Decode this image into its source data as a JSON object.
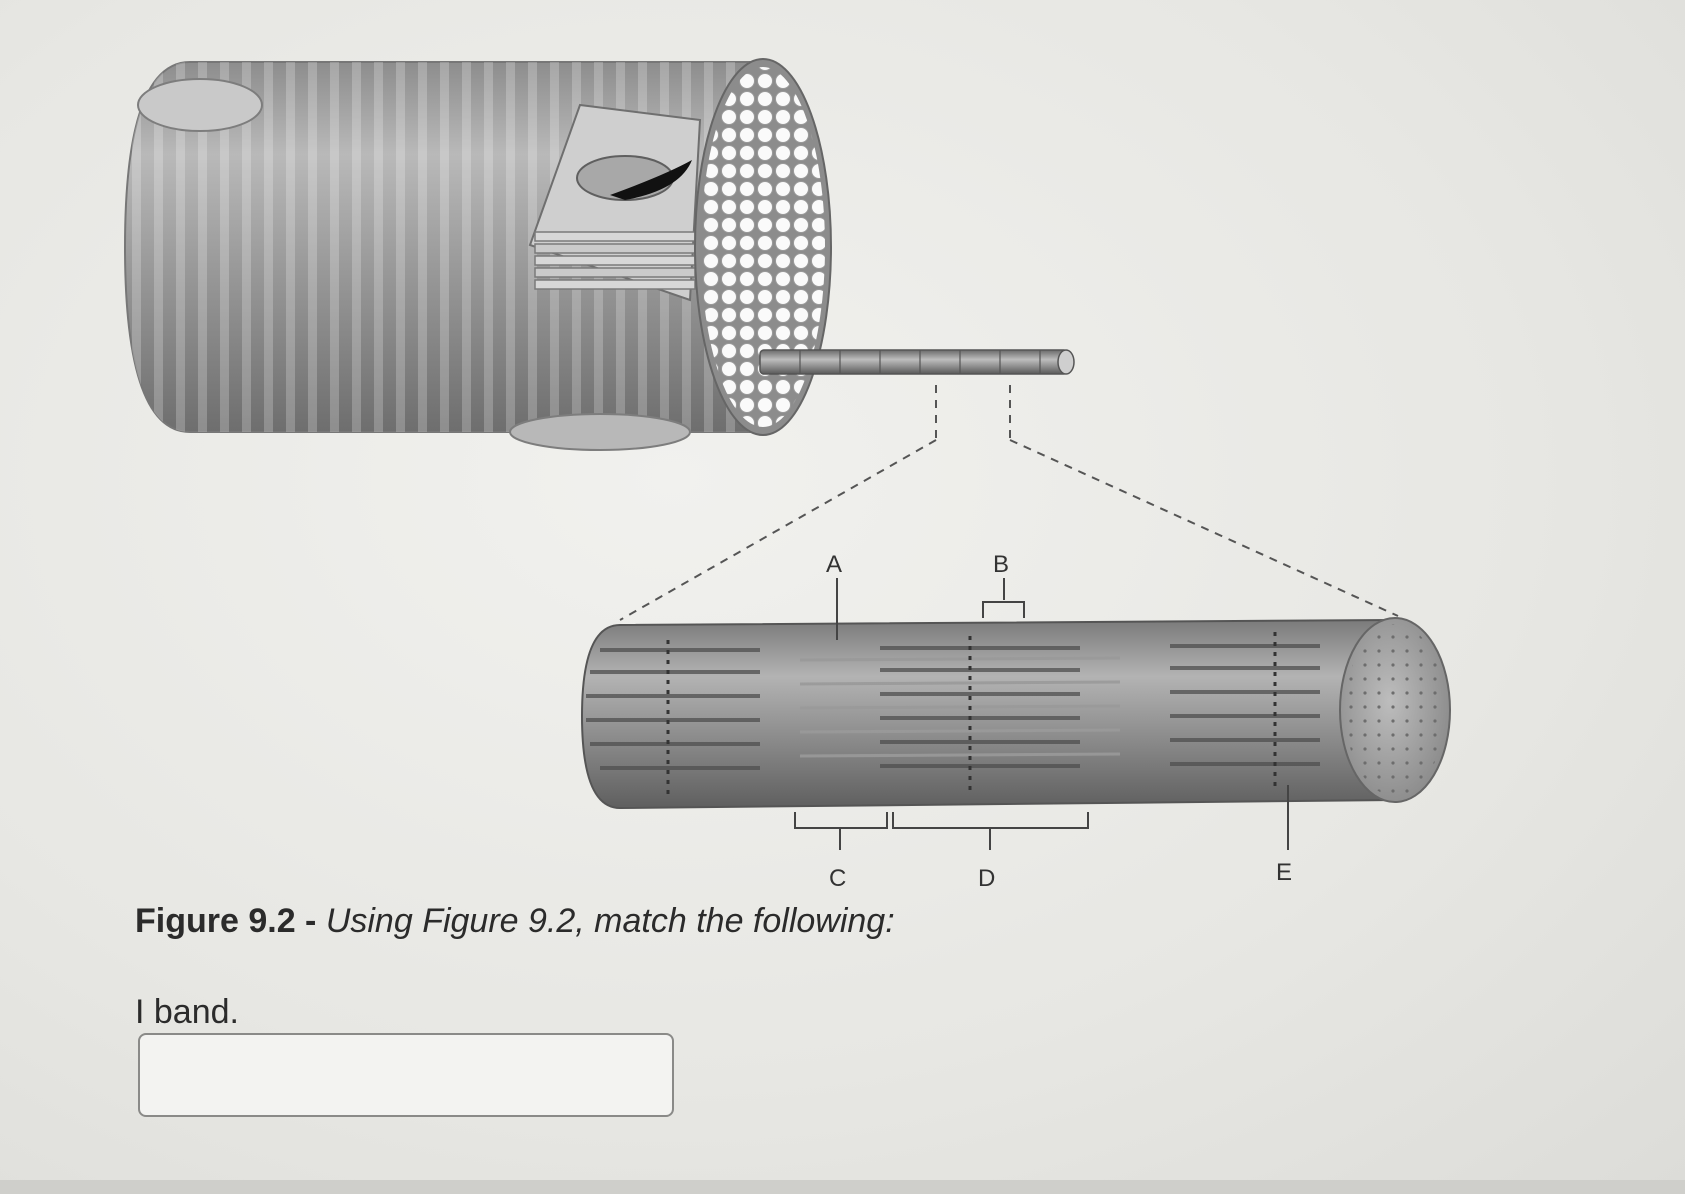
{
  "figure": {
    "labels": {
      "a": "A",
      "b": "B",
      "c": "C",
      "d": "D",
      "e": "E"
    }
  },
  "caption": {
    "figure_ref": "Figure 9.2",
    "separator": " - ",
    "instruction": "Using Figure 9.2, match the following:"
  },
  "question": {
    "label": "I band.",
    "answer_value": ""
  }
}
